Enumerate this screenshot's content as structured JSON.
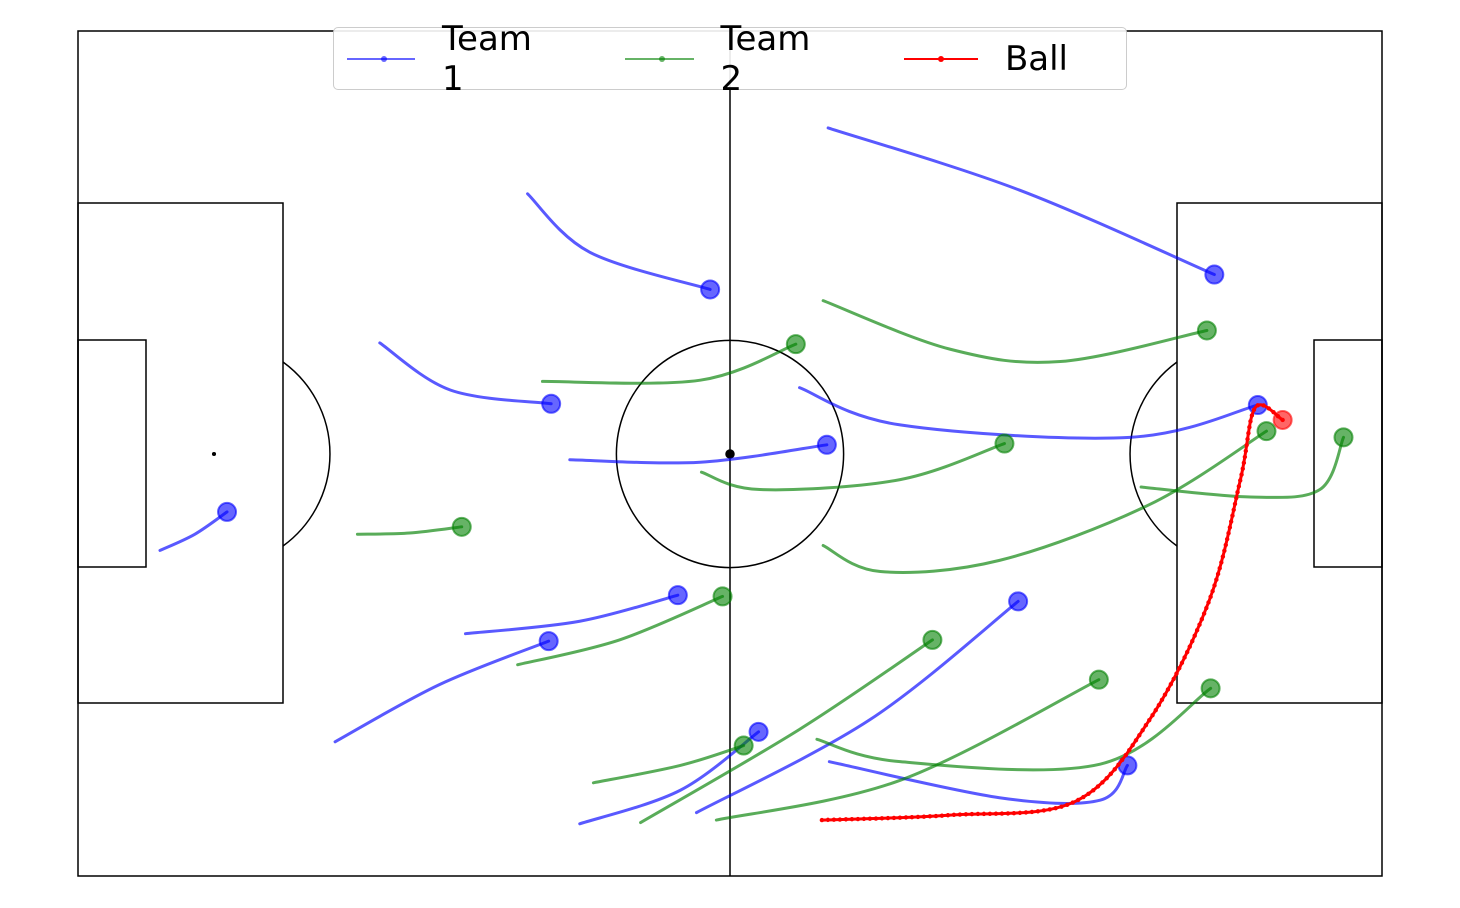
{
  "chart_data": {
    "type": "line",
    "title": "",
    "xlabel": "",
    "ylabel": "",
    "xlim": [
      0,
      105
    ],
    "ylim": [
      0,
      68
    ],
    "grid": false,
    "legend_position": "top-center",
    "legend": [
      "Team 1",
      "Team 2",
      "Ball"
    ],
    "colors": {
      "team1": "#0000ff",
      "team2": "#008000",
      "ball": "#ff0000"
    },
    "series": [
      {
        "name": "Team 1",
        "color": "#0000ff",
        "tracks": [
          [
            [
              6.6,
              26.2
            ],
            [
              9.4,
              27.5
            ],
            [
              12.0,
              29.3
            ]
          ],
          [
            [
              36.2,
              54.9
            ],
            [
              41.2,
              50.2
            ],
            [
              50.9,
              47.2
            ]
          ],
          [
            [
              24.3,
              42.9
            ],
            [
              30.0,
              39.1
            ],
            [
              38.1,
              38.0
            ]
          ],
          [
            [
              39.6,
              33.5
            ],
            [
              50.1,
              33.3
            ],
            [
              60.3,
              34.7
            ]
          ],
          [
            [
              60.4,
              60.2
            ],
            [
              75.8,
              55.2
            ],
            [
              91.5,
              48.4
            ]
          ],
          [
            [
              58.1,
              39.3
            ],
            [
              66.2,
              36.3
            ],
            [
              84.7,
              35.3
            ],
            [
              95.0,
              37.9
            ]
          ],
          [
            [
              31.2,
              19.5
            ],
            [
              40.4,
              20.5
            ],
            [
              48.3,
              22.6
            ]
          ],
          [
            [
              20.7,
              10.8
            ],
            [
              29.1,
              15.4
            ],
            [
              37.9,
              18.9
            ]
          ],
          [
            [
              40.4,
              4.2
            ],
            [
              48.5,
              6.9
            ],
            [
              54.8,
              11.6
            ]
          ],
          [
            [
              49.8,
              5.1
            ],
            [
              63.8,
              12.6
            ],
            [
              75.7,
              22.1
            ]
          ],
          [
            [
              60.5,
              9.2
            ],
            [
              74.2,
              6.3
            ],
            [
              82.3,
              6.1
            ],
            [
              84.5,
              8.9
            ]
          ]
        ]
      },
      {
        "name": "Team 2",
        "color": "#008000",
        "tracks": [
          [
            [
              22.5,
              27.5
            ],
            [
              26.7,
              27.6
            ],
            [
              30.9,
              28.1
            ]
          ],
          [
            [
              37.4,
              39.8
            ],
            [
              50.1,
              39.9
            ],
            [
              57.8,
              42.8
            ]
          ],
          [
            [
              50.2,
              32.5
            ],
            [
              54.9,
              31.1
            ],
            [
              66.2,
              31.9
            ],
            [
              74.6,
              34.8
            ]
          ],
          [
            [
              60.0,
              46.3
            ],
            [
              70.2,
              42.4
            ],
            [
              79.1,
              41.4
            ],
            [
              90.9,
              43.9
            ]
          ],
          [
            [
              60.0,
              26.6
            ],
            [
              64.6,
              24.5
            ],
            [
              74.2,
              25.4
            ],
            [
              86.3,
              29.9
            ],
            [
              95.7,
              35.8
            ]
          ],
          [
            [
              85.6,
              31.3
            ],
            [
              94.4,
              30.5
            ],
            [
              100.0,
              31.1
            ],
            [
              101.9,
              35.3
            ]
          ],
          [
            [
              35.4,
              17.0
            ],
            [
              43.6,
              19.0
            ],
            [
              51.9,
              22.5
            ]
          ],
          [
            [
              41.5,
              7.5
            ],
            [
              48.5,
              8.9
            ],
            [
              53.6,
              10.5
            ]
          ],
          [
            [
              45.3,
              4.3
            ],
            [
              58.1,
              11.8
            ],
            [
              68.8,
              19.0
            ]
          ],
          [
            [
              51.4,
              4.5
            ],
            [
              66.2,
              7.7
            ],
            [
              82.2,
              15.8
            ]
          ],
          [
            [
              59.5,
              11.0
            ],
            [
              66.2,
              9.2
            ],
            [
              82.3,
              9.0
            ],
            [
              91.2,
              15.1
            ]
          ]
        ]
      },
      {
        "name": "Ball",
        "color": "#ff0000",
        "tracks": [
          [
            [
              59.9,
              4.5
            ],
            [
              70.2,
              4.9
            ],
            [
              80.3,
              6.0
            ],
            [
              86.3,
              12.6
            ],
            [
              91.1,
              22.2
            ],
            [
              93.6,
              31.9
            ],
            [
              94.8,
              37.7
            ],
            [
              97.0,
              36.7
            ]
          ]
        ]
      }
    ]
  }
}
